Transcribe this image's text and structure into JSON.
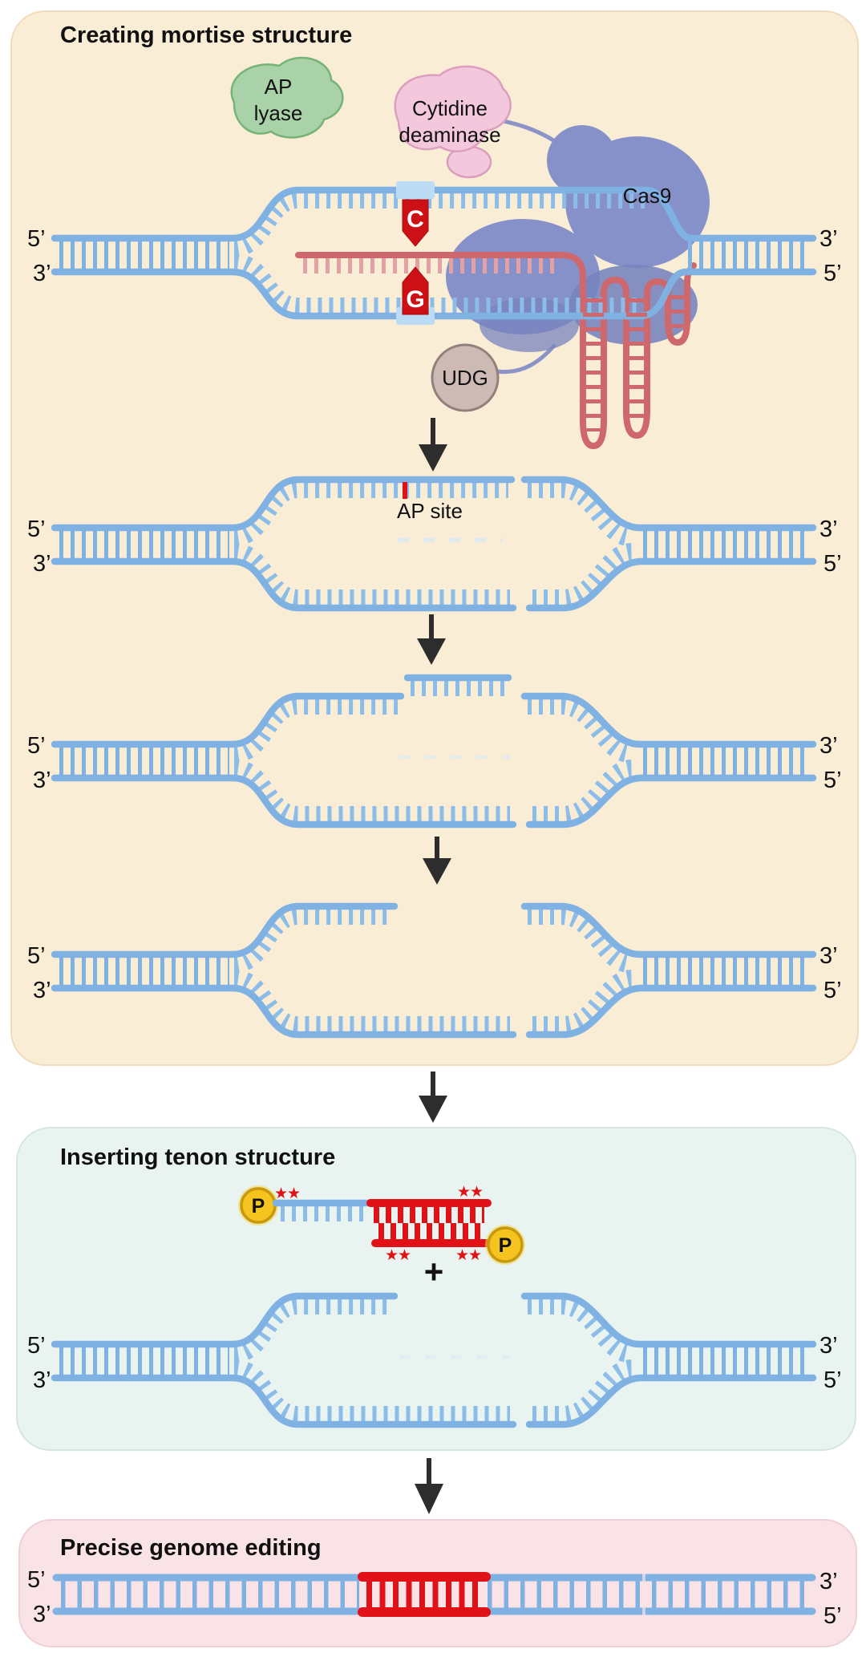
{
  "figure": {
    "panel_mortise_title": "Creating mortise structure",
    "panel_tenon_title": "Inserting tenon structure",
    "panel_editing_title": "Precise genome editing"
  },
  "labels": {
    "five_prime": "5’",
    "three_prime": "3’",
    "ap_site": "AP site",
    "cas9": "Cas9",
    "udg": "UDG",
    "ap_lyase": [
      "AP",
      "lyase"
    ],
    "cytidine_deaminase": [
      "Cytidine",
      "deaminase"
    ],
    "base_c": "C",
    "base_g": "G",
    "phosphate": "P",
    "plus": "+",
    "stars": "★★"
  },
  "icons": {
    "step_arrow": "arrow-down-icon",
    "phosphate_badge": "phosphate-circle-icon",
    "modification_stars": "chemical-modification-stars-icon"
  },
  "colors": {
    "panel_mortise_bg": "#FAEDD6",
    "panel_mortise_border": "#F1DCBD",
    "panel_tenon_bg": "#E9F4F1",
    "panel_tenon_border": "#D3E6E1",
    "panel_editing_bg": "#F9E3E6",
    "panel_editing_border": "#EFD0D4",
    "dna_blue": "#7FB1E3",
    "dna_blue_teeth": "#8CBCE8",
    "highlight_blue": "#BBDCF4",
    "accent_red": "#E01218",
    "pentagon_red": "#CC1016",
    "sgrna_pink": "#CF686C",
    "sgrna_teeth": "#E2A1A4",
    "cas9_purple": "#8791C9",
    "cas9_shadow": "#7884BE",
    "connector_purple": "#8A94C6",
    "ap_lyase_green": "#A9D2A8",
    "ap_lyase_border": "#76B377",
    "deaminase_pink": "#F3C8DC",
    "deaminase_border": "#DC9EBE",
    "udg_fill": "#CDBAB5",
    "udg_border": "#94807B",
    "phosphate_yellow": "#F5C41F",
    "phosphate_ring": "#C8990E",
    "arrow_dark": "#2D2D2D",
    "ghost_dash": "#D8E8F6"
  }
}
